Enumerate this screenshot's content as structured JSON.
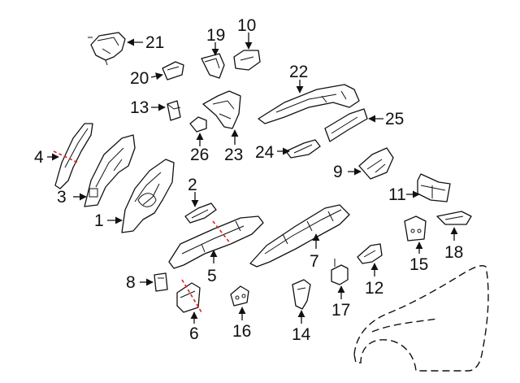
{
  "callouts": {
    "p1": "1",
    "p2": "2",
    "p3": "3",
    "p4": "4",
    "p5": "5",
    "p6": "6",
    "p7": "7",
    "p8": "8",
    "p9": "9",
    "p10": "10",
    "p11": "11",
    "p12": "12",
    "p13": "13",
    "p14": "14",
    "p15": "15",
    "p16": "16",
    "p17": "17",
    "p18": "18",
    "p19": "19",
    "p20": "20",
    "p21": "21",
    "p22": "22",
    "p23": "23",
    "p24": "24",
    "p25": "25",
    "p26": "26"
  },
  "colors": {
    "line": "#111111",
    "cut_line": "#e0201b",
    "background": "#ffffff"
  }
}
